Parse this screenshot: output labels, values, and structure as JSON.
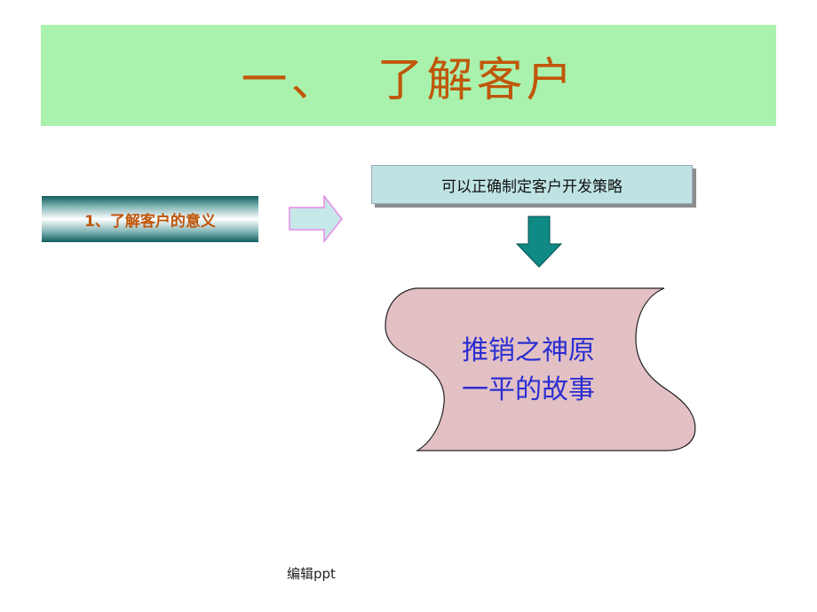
{
  "slide": {
    "title": "一、  了解客户",
    "section_label": "1、了解客户的意义",
    "box_top": "可以正确制定客户开发策略",
    "scroll_line1": "推销之神原",
    "scroll_line2": "一平的故事",
    "footer": "编辑ppt"
  },
  "colors": {
    "title_bg": "#a9f2ad",
    "title_text": "#c0560a",
    "box_bg": "#bfe3e3",
    "down_arrow": "#0f8a85",
    "scroll_fill": "#e3c0c4",
    "scroll_text": "#2a2ed0"
  },
  "icons": {
    "right_arrow": "right-arrow-icon",
    "down_arrow": "down-arrow-icon"
  }
}
